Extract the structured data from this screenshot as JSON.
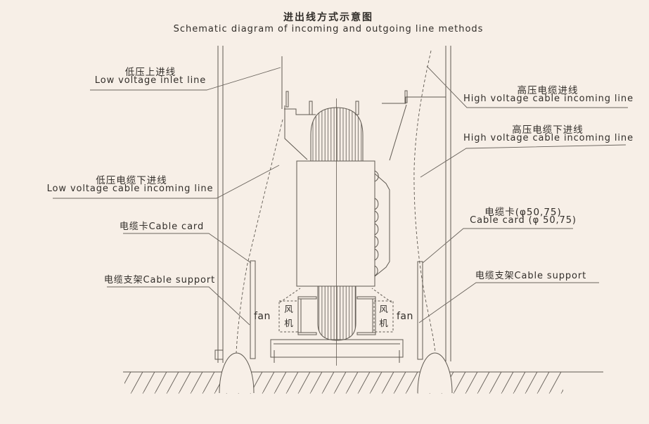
{
  "colors": {
    "background": "#f7efe7",
    "line": "#5f5951",
    "ink": "#322e2a"
  },
  "title": {
    "cn": "进出线方式示意图",
    "en": "Schematic diagram of incoming and outgoing line methods"
  },
  "labels": {
    "lv_inlet_cn": "低压上进线",
    "lv_inlet_en": "Low voltage inlet line",
    "hv_top_cn": "高压电缆进线",
    "hv_top_en": "High voltage cable incoming line",
    "hv_bottom_cn": "高压电缆下进线",
    "hv_bottom_en": "High voltage cable incoming line",
    "lv_cable_cn": "低压电缆下进线",
    "lv_cable_en": "Low voltage cable incoming line",
    "cable_card_left": "电缆卡Cable card",
    "cable_card_right_cn": "电缆卡(φ50,75)",
    "cable_card_right_en": "Cable card (φ 50,75)",
    "cable_support_left": "电缆支架Cable support",
    "cable_support_right": "电缆支架Cable support",
    "fan_left": "fan",
    "fan_right": "fan",
    "fan_box_char_top": "风",
    "fan_box_char_bottom": "机"
  }
}
